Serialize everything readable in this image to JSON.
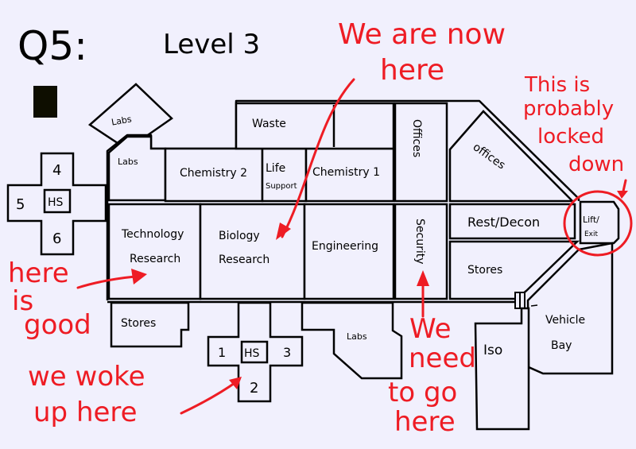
{
  "header": {
    "question": "Q5:",
    "level": "Level 3"
  },
  "rooms": {
    "labs_angled": "Labs",
    "labs_top": "Labs",
    "chemistry2": "Chemistry 2",
    "life_support_1": "Life",
    "life_support_2": "Support",
    "chemistry1": "Chemistry 1",
    "waste": "Waste",
    "offices_vertical": "Offices",
    "offices_diagonal": "offices",
    "tech_1": "Technology",
    "tech_2": "Research",
    "bio_1": "Biology",
    "bio_2": "Research",
    "engineering": "Engineering",
    "security": "Security",
    "rest_decon": "Rest/Decon",
    "lift_1": "Lift/",
    "lift_2": "Exit",
    "stores_right": "Stores",
    "stores_bottom": "Stores",
    "labs_bottom": "Labs",
    "iso": "Iso",
    "vehicle_1": "Vehicle",
    "vehicle_2": "Bay"
  },
  "hub_left": {
    "center": "HS",
    "top": "4",
    "left": "5",
    "bottom": "6"
  },
  "hub_bottom": {
    "center": "HS",
    "left": "1",
    "right": "3",
    "bottom": "2"
  },
  "annotations": {
    "now_1": "We are now",
    "now_2": "here",
    "locked_1": "This is",
    "locked_2": "probably",
    "locked_3": "locked",
    "locked_4": "down",
    "good_1": "here",
    "good_2": "is",
    "good_3": "good",
    "woke_1": "we woke",
    "woke_2": "up here",
    "need_1": "We",
    "need_2": "need",
    "need_3": "to go",
    "need_4": "here"
  },
  "colors": {
    "annotation": "#ee1c24",
    "background": "#f1f0fd"
  }
}
